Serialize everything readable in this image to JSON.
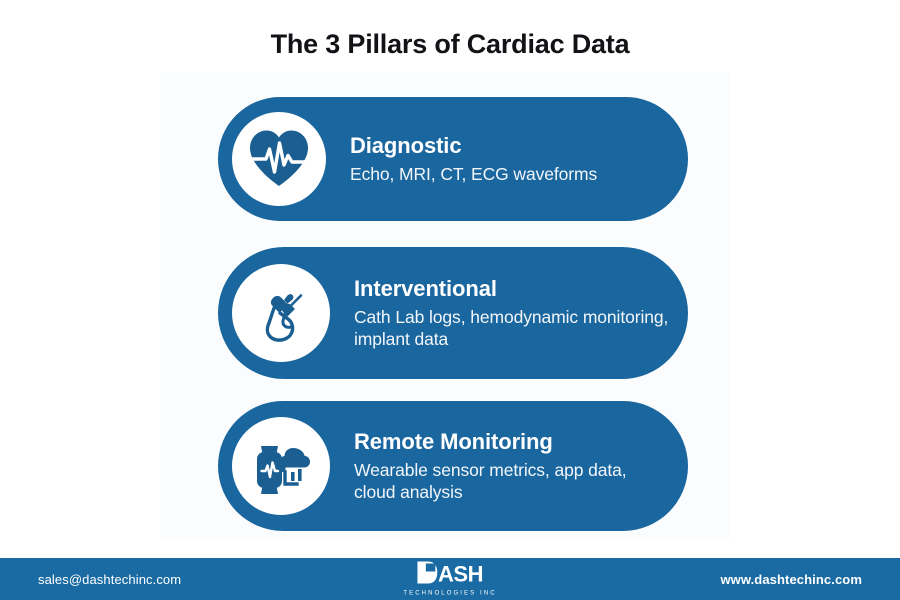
{
  "page": {
    "title": "The 3 Pillars of Cardiac Data",
    "background_color": "#ffffff",
    "accent_color": "#1a669f",
    "text_color_dark": "#121316",
    "text_color_light": "#ffffff"
  },
  "cards": [
    {
      "icon": "heart-pulse-icon",
      "title": "Diagnostic",
      "description": "Echo, MRI, CT, ECG waveforms"
    },
    {
      "icon": "catheter-icon",
      "title": "Interventional",
      "description": "Cath Lab logs, hemodynamic monitoring, implant data"
    },
    {
      "icon": "smartwatch-cloud-icon",
      "title": "Remote Monitoring",
      "description": "Wearable sensor metrics, app data, cloud analysis"
    }
  ],
  "footer": {
    "email": "sales@dashtechinc.com",
    "url": "www.dashtechinc.com",
    "logo_word": "ASH",
    "logo_mark": "dash-d-icon",
    "logo_sub": "TECHNOLOGIES INC",
    "background_color": "#1a6ba3"
  }
}
